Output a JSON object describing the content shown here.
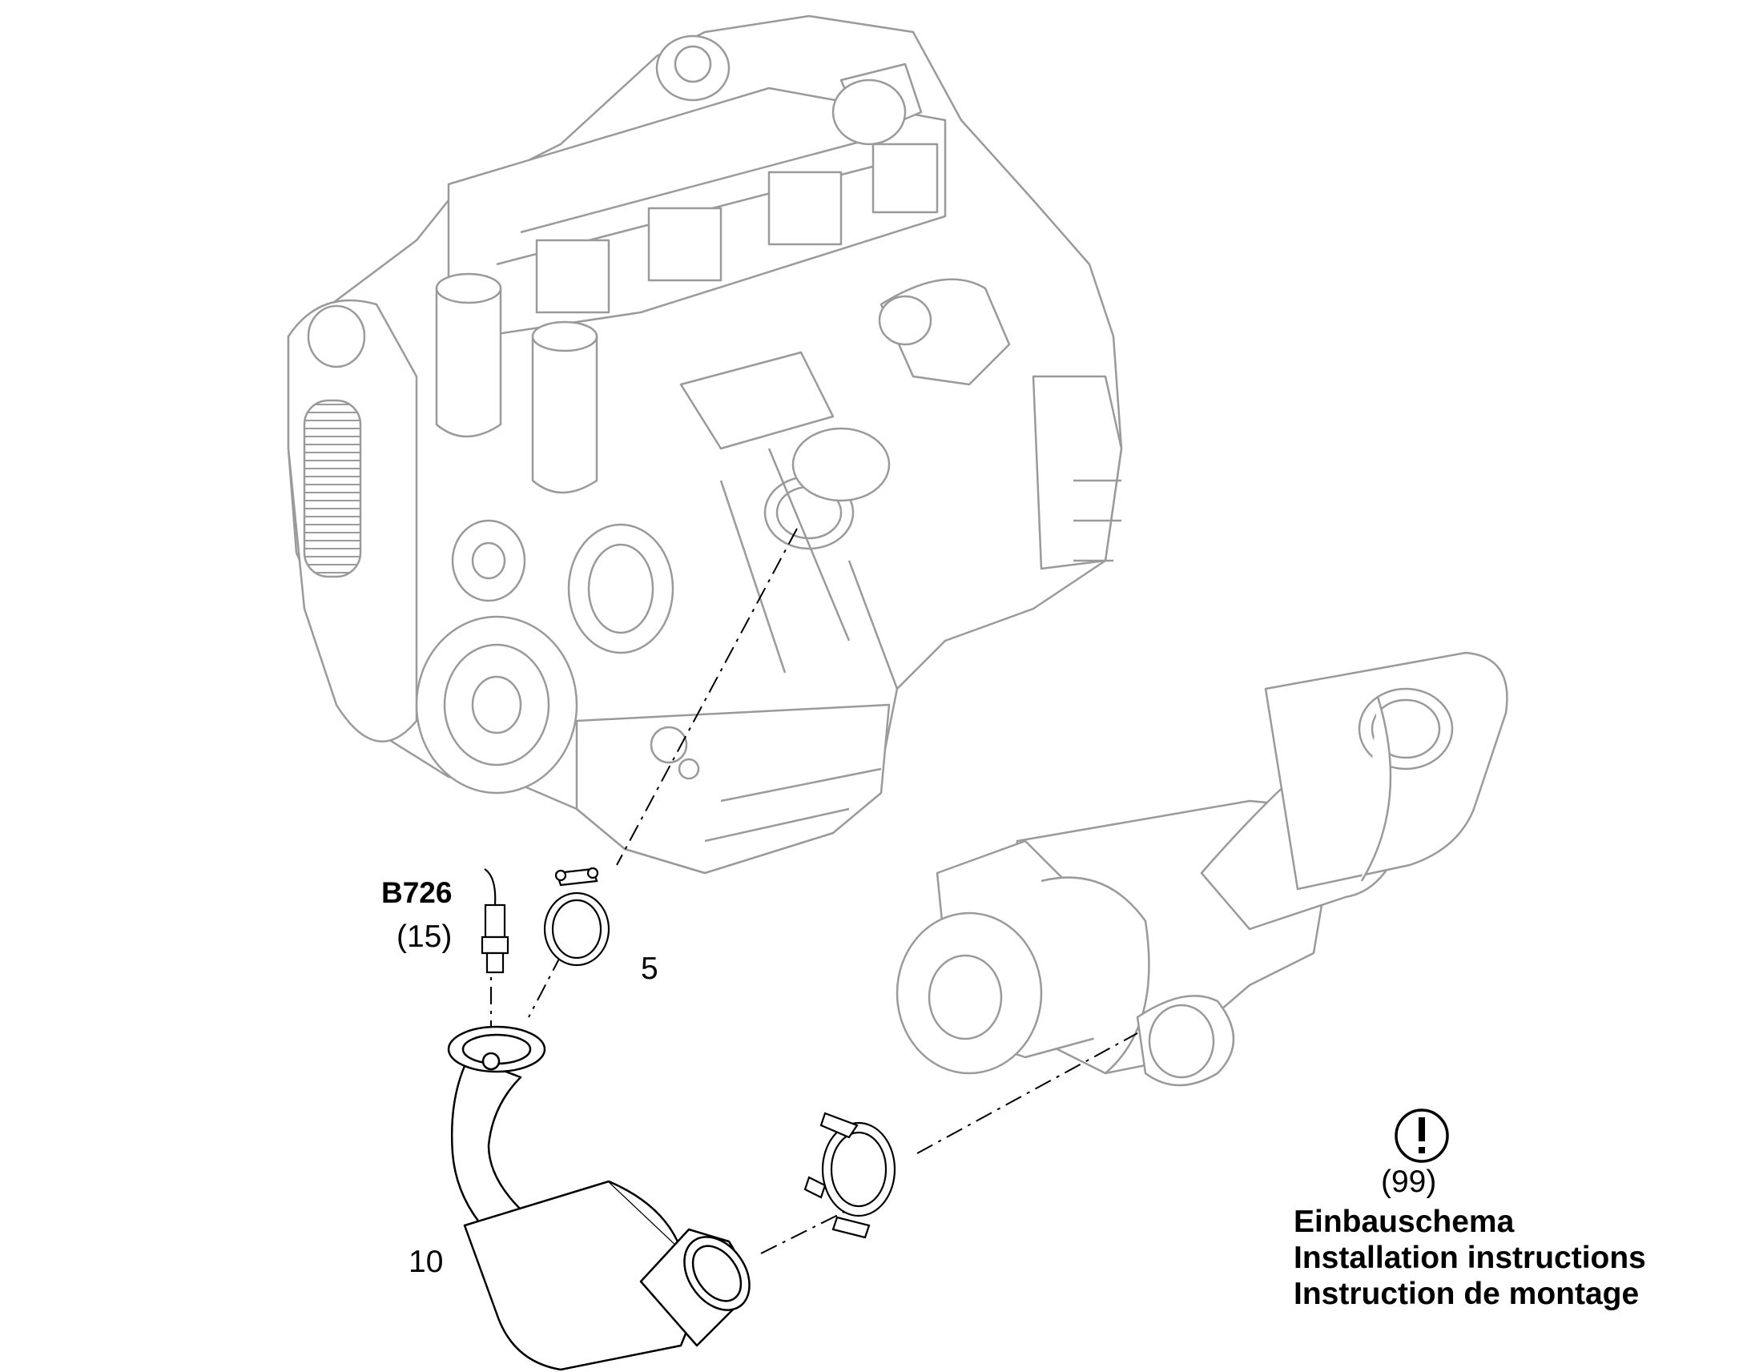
{
  "parts": {
    "sensor_code": "B726",
    "sensor_ref": "(15)",
    "clamp_no": "5",
    "pipe_no": "10"
  },
  "note": {
    "icon": "exclamation-circle-icon",
    "ref": "(99)",
    "lines": [
      "Einbauschema",
      "Installation instructions",
      "Instruction de montage"
    ]
  },
  "colors": {
    "line_dark": "#000000",
    "line_light": "#9a9a9a"
  }
}
